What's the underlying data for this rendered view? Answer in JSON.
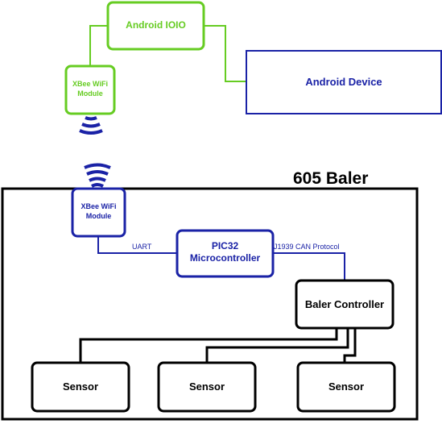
{
  "colors": {
    "green": "#66cc22",
    "blue": "#1a22a6",
    "black": "#000000"
  },
  "android_ioio": {
    "label": "Android IOIO"
  },
  "android_device": {
    "label": "Android Device"
  },
  "xbee_top": {
    "line1": "XBee WiFi",
    "line2": "Module"
  },
  "xbee_bottom": {
    "line1": "XBee WiFi",
    "line2": "Module"
  },
  "baler": {
    "title": "605 Baler"
  },
  "pic32": {
    "line1": "PIC32",
    "line2": "Microcontroller"
  },
  "uart_label": "UART",
  "can_label": "J1939 CAN Protocol",
  "baler_controller": {
    "label": "Baler Controller"
  },
  "sensors": [
    {
      "label": "Sensor"
    },
    {
      "label": "Sensor"
    },
    {
      "label": "Sensor"
    }
  ],
  "icons": {
    "top_wifi": "wifi-signal-icon",
    "bottom_wifi": "wifi-signal-icon"
  }
}
